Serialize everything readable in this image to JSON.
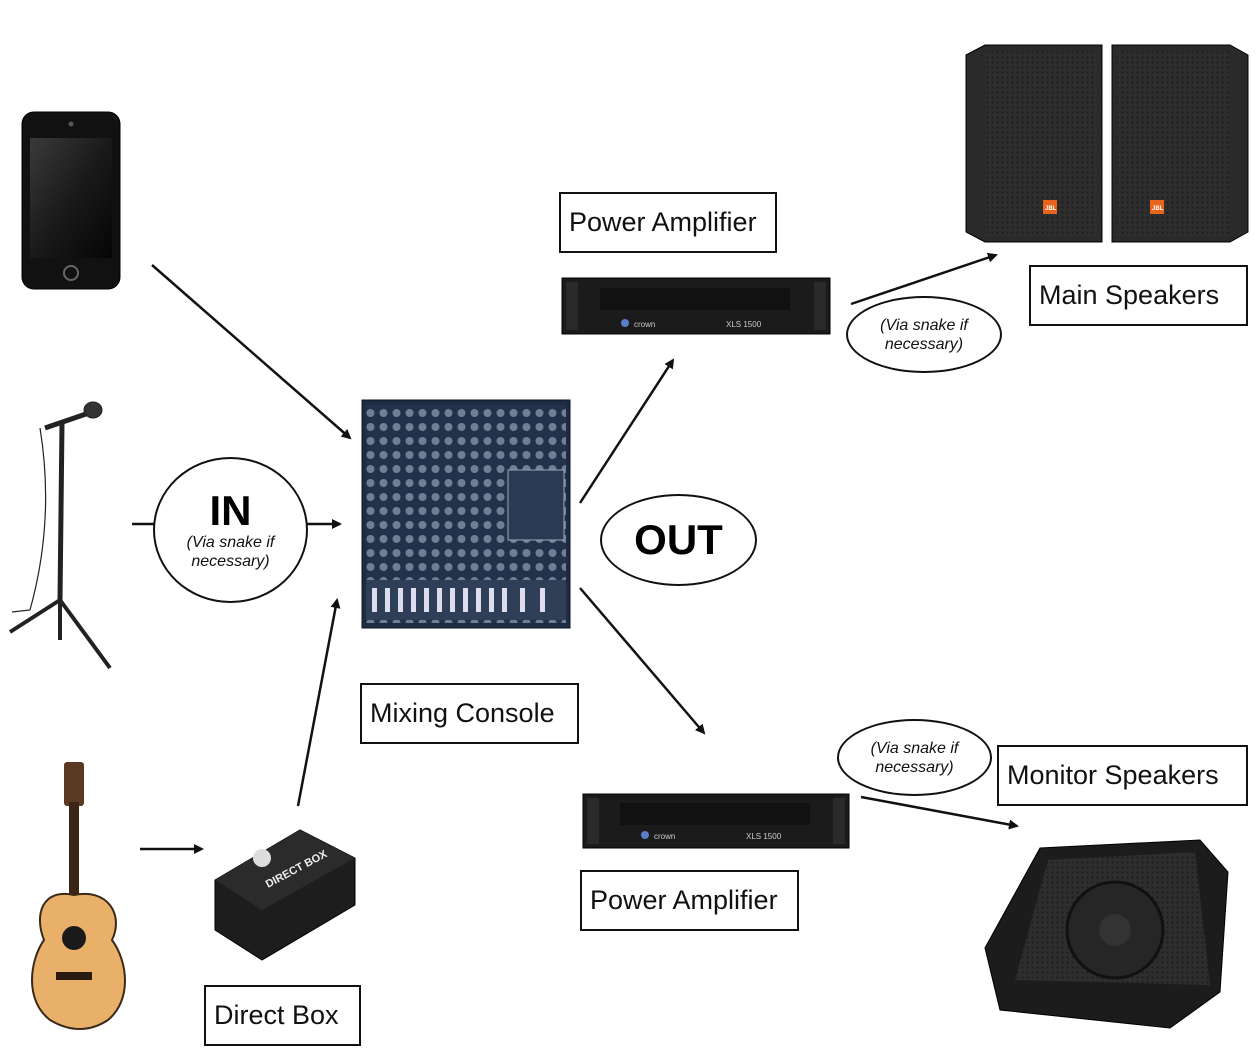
{
  "labels": {
    "power_amp_top": "Power Amplifier",
    "main_speakers": "Main Speakers",
    "mixing_console": "Mixing Console",
    "monitor_speakers": "Monitor Speakers",
    "power_amp_bottom": "Power Amplifier",
    "direct_box": "Direct Box"
  },
  "bubbles": {
    "in_title": "IN",
    "in_note": "(Via snake if necessary)",
    "out_title": "OUT",
    "snake_main": "(Via snake if necessary)",
    "snake_monitor": "(Via snake if necessary)"
  },
  "device_text": {
    "amp_brand": "crown",
    "amp_model": "XLS 1500",
    "speaker_brand": "JBL",
    "direct_box_print": "DIRECT BOX"
  },
  "colors": {
    "line": "#111111",
    "device_dark": "#1c1c1c",
    "speaker_badge": "#e8641a",
    "guitar_body": "#e9b06a"
  }
}
